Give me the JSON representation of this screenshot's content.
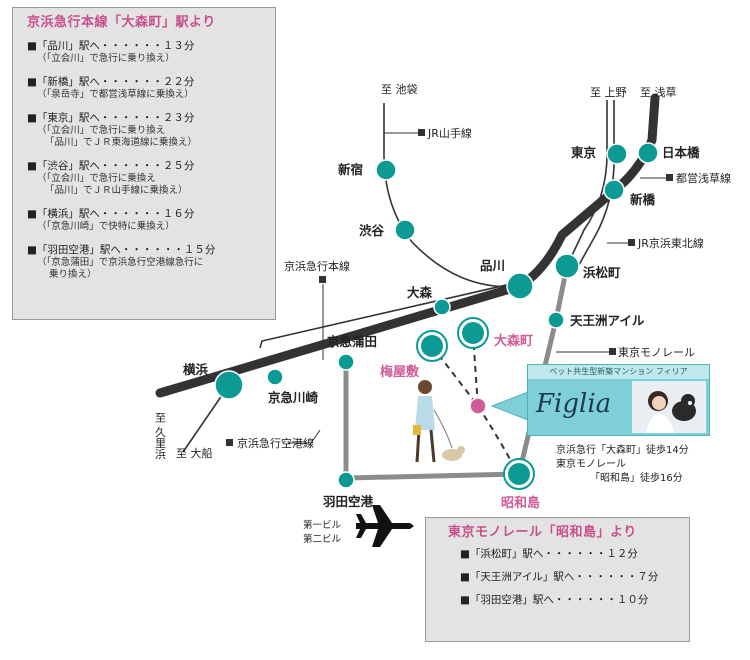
{
  "keikyu_panel": {
    "title": "京浜急行本線「大森町」駅より",
    "routes": [
      {
        "line": "■「品川」駅へ・・・・・・１３分",
        "sub": [
          "（「立会川」で急行に乗り換え）"
        ]
      },
      {
        "line": "■「新橋」駅へ・・・・・・２２分",
        "sub": [
          "（「泉岳寺」で都営浅草線に乗換え）"
        ]
      },
      {
        "line": "■「東京」駅へ・・・・・・２３分",
        "sub": [
          "（「立会川」で急行に乗り換え",
          "「品川」でＪＲ東海道線に乗換え）"
        ]
      },
      {
        "line": "■「渋谷」駅へ・・・・・・２５分",
        "sub": [
          "（「立会川」で急行に乗換え",
          "「品川」でＪＲ山手線に乗換え）"
        ]
      },
      {
        "line": "■「横浜」駅へ・・・・・・１６分",
        "sub": [
          "（「京急川崎」で快特に乗換え）"
        ]
      },
      {
        "line": "■「羽田空港」駅へ・・・・・・１５分",
        "sub": [
          "（「京急蒲田」で京浜急行空港線急行に",
          "乗り換え）"
        ]
      }
    ]
  },
  "monorail_panel": {
    "title": "東京モノレール「昭和島」より",
    "routes": [
      {
        "line": "■「浜松町」駅へ・・・・・・１２分"
      },
      {
        "line": "■「天王洲アイル」駅へ・・・・・・７分"
      },
      {
        "line": "■「羽田空港」駅へ・・・・・・１０分"
      }
    ]
  },
  "map": {
    "directions": {
      "ikebukuro": "至 池袋",
      "ueno": "至 上野",
      "asakusa": "至 浅草",
      "kurihama": "至 久里浜",
      "ofuna": "至 大船"
    },
    "lines": {
      "yamanote": "JR山手線",
      "asakusa_line": "都営浅草線",
      "keihin_tohoku": "JR京浜東北線",
      "keikyu_main": "京浜急行本線",
      "monorail": "東京モノレール",
      "keikyu_airport": "京浜急行空港線"
    },
    "stations": {
      "shinjuku": "新宿",
      "shibuya": "渋谷",
      "shinagawa": "品川",
      "omori": "大森",
      "tokyo": "東京",
      "nihonbashi": "日本橋",
      "shimbashi": "新橋",
      "hamamatsucho": "浜松町",
      "tennozu": "天王洲アイル",
      "omorimachi": "大森町",
      "umeyashiki": "梅屋敷",
      "keikyu_kamata": "京急蒲田",
      "yokohama": "横浜",
      "keikyu_kawasaki": "京急川崎",
      "haneda": "羽田空港",
      "showajima": "昭和島"
    },
    "terminals": {
      "t1": "第一ビル",
      "t2": "第二ビル"
    }
  },
  "property": {
    "header": "ペット共生型新築マンション フィリア",
    "logo": "Figlia",
    "access": [
      "京浜急行「大森町」徒歩14分",
      "東京モノレール",
      "「昭和島」徒歩16分"
    ]
  },
  "colors": {
    "pink": "#c7508c",
    "station_teal": "#0e9a94",
    "keikyu_line": "#333333",
    "monorail_line": "#8c8c8c",
    "panel_bg": "#e3e3e3",
    "property_box": "#7fcfd8"
  }
}
